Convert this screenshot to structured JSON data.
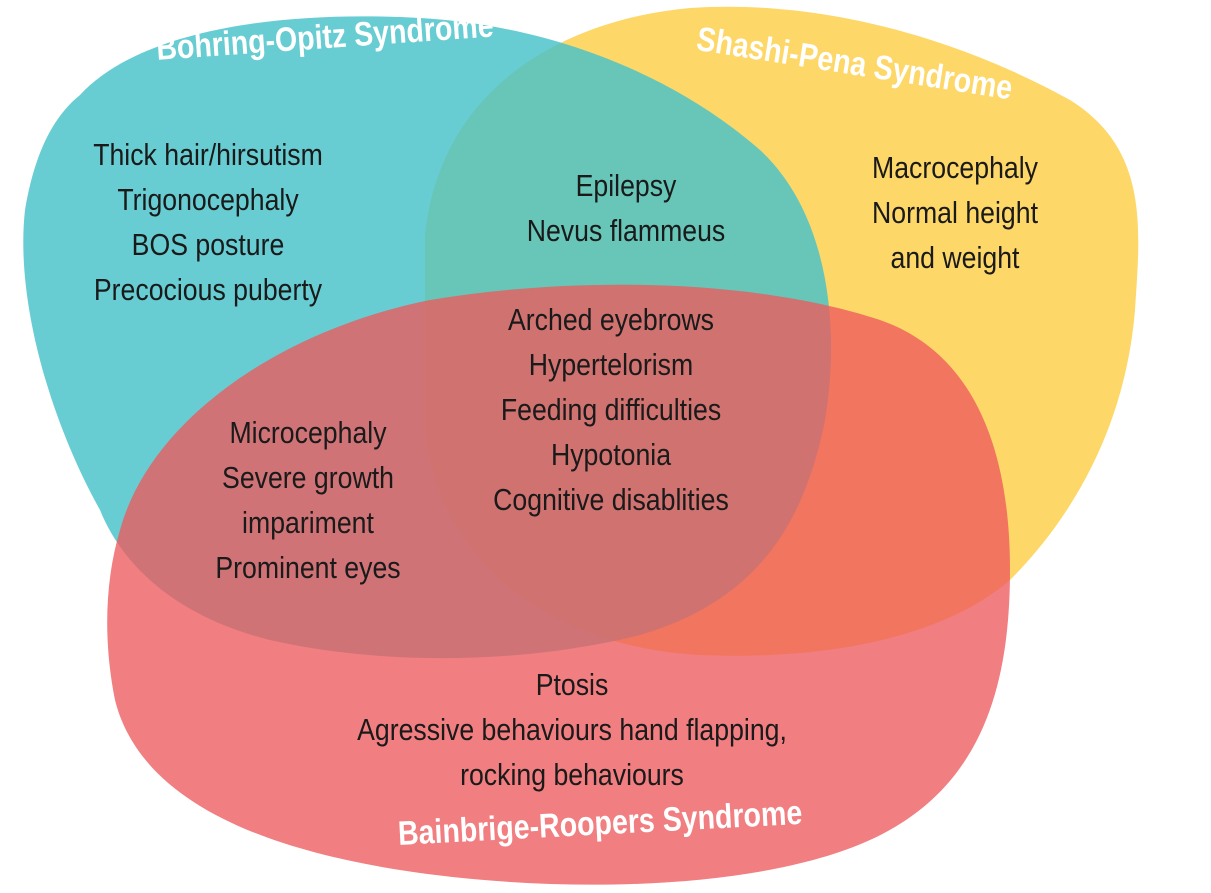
{
  "sets": {
    "bohring": {
      "label": "Bohring-Opitz Syndrome",
      "color": "#45c2c9"
    },
    "shashi": {
      "label": "Shashi-Pena Syndrome",
      "color": "#fdd04d"
    },
    "bainbridge": {
      "label": "Bainbrige-Roopers Syndrome",
      "color": "#ed5a5c"
    }
  },
  "regions": {
    "bohring_only": [
      "Thick hair/hirsutism",
      "Trigonocephaly",
      "BOS posture",
      "Precocious puberty"
    ],
    "shashi_only": [
      "Macrocephaly",
      "Normal height",
      "and weight"
    ],
    "bohring_shashi": [
      "Epilepsy",
      "Nevus flammeus"
    ],
    "all_three": [
      "Arched eyebrows",
      "Hypertelorism",
      "Feeding difficulties",
      "Hypotonia",
      "Cognitive disablities"
    ],
    "bohring_bainbridge": [
      "Microcephaly",
      "Severe growth",
      "impariment",
      "Prominent eyes"
    ],
    "bainbridge_only": [
      "Ptosis",
      "Agressive behaviours hand flapping,",
      "rocking behaviours"
    ]
  }
}
